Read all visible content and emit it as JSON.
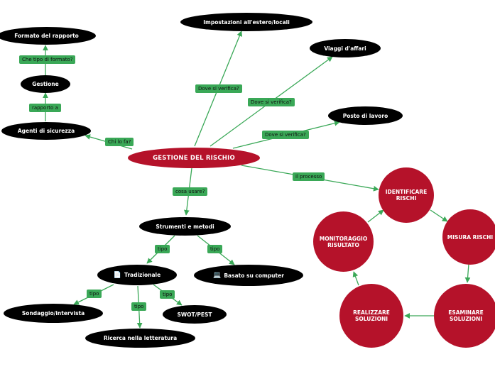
{
  "central": {
    "title": "GESTIONE DEL RISCHIO"
  },
  "nodes": {
    "formato": "Formato del rapporto",
    "gestione": "Gestione",
    "agenti": "Agenti di sicurezza",
    "impostazioni": "Impostazioni all'estero/locali",
    "viaggi": "Viaggi d'affari",
    "posto": "Posto di lavoro",
    "strumenti": "Strumenti e metodi",
    "tradizionale": "Tradizionale",
    "computer": "Basato su computer",
    "sondaggio": "Sondaggio/intervista",
    "ricerca": "Ricerca nella letteratura",
    "swot": "SWOT/PEST"
  },
  "icons": {
    "tradizionale": "document-icon",
    "computer": "laptop-icon"
  },
  "cycle": {
    "identificare": "IDENTIFICARE RISCHI",
    "misura": "MISURA RISCHI",
    "esaminare": "ESAMINARE SOLUZIONI",
    "realizzare": "REALIZZARE SOLUZIONI",
    "monitoraggio": "MONITORAGGIO RISULTATO"
  },
  "labels": {
    "che_tipo": "Che tipo di formato?",
    "rapporto_a": "rapporto a",
    "chi_lo_fa": "Chi lo fa?",
    "dove1": "Dove si verifica?",
    "dove2": "Dove si verifica?",
    "dove3": "Dove si verifica?",
    "il_processo": "il processo",
    "cosa_usare": "cosa usare?",
    "tipo1": "tipo",
    "tipo2": "tipo",
    "tipo3": "tipo",
    "tipo4": "tipo",
    "tipo5": "tipo"
  },
  "colors": {
    "line": "#3aa857",
    "central": "#b5122a",
    "node": "#000000",
    "label": "#3aa857"
  }
}
